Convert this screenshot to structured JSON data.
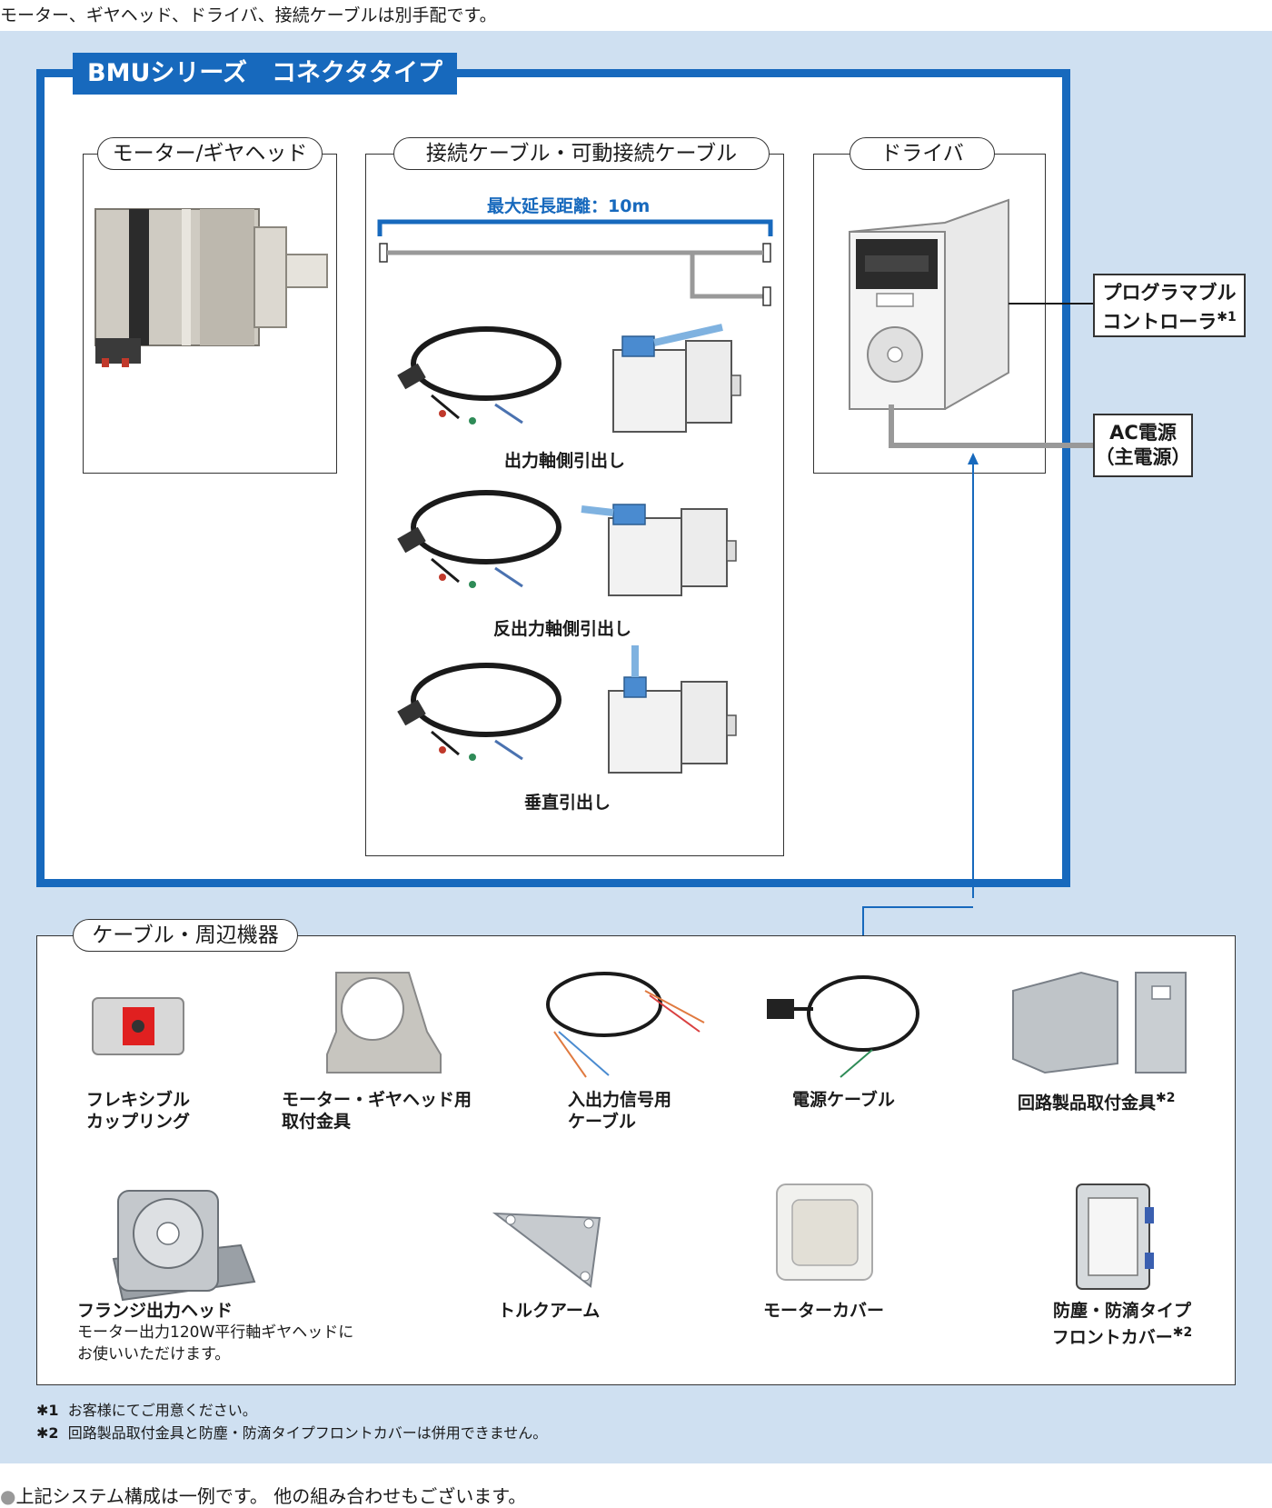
{
  "top_note": "モーター、ギヤヘッド、ドライバ、接続ケーブルは別手配です。",
  "bmu": {
    "title_bold": "BMU",
    "title_rest": "シリーズ　コネクタタイプ"
  },
  "motor_section": {
    "label": "モーター/ギヤヘッド"
  },
  "cable_section": {
    "label": "接続ケーブル・可動接続ケーブル",
    "max_length": "最大延長距離：10m",
    "types": [
      "出力軸側引出し",
      "反出力軸側引出し",
      "垂直引出し"
    ]
  },
  "driver_section": {
    "label": "ドライバ"
  },
  "side": {
    "plc_line1": "プログラマブル",
    "plc_line2": "コントローラ",
    "plc_mark": "✱1",
    "ac_line1": "AC電源",
    "ac_line2": "（主電源）"
  },
  "peripherals": {
    "label": "ケーブル・周辺機器",
    "items": [
      {
        "line1": "フレキシブル",
        "line2": "カップリング"
      },
      {
        "line1": "モーター・ギヤヘッド用",
        "line2": "取付金具"
      },
      {
        "line1": "入出力信号用",
        "line2": "ケーブル"
      },
      {
        "line1": "電源ケーブル"
      },
      {
        "line1": "回路製品取付金具",
        "mark": "✱2"
      },
      {
        "line1": "フランジ出力ヘッド",
        "sub1": "モーター出力120W平行軸ギヤヘッドに",
        "sub2": "お使いいただけます。"
      },
      {
        "line1": "トルクアーム"
      },
      {
        "line1": "モーターカバー"
      },
      {
        "line1": "防塵・防滴タイプ",
        "line2": "フロントカバー",
        "mark": "✱2"
      }
    ]
  },
  "footnotes": [
    {
      "mark": "✱1",
      "text": "お客様にてご用意ください。"
    },
    {
      "mark": "✱2",
      "text": "回路製品取付金具と防塵・防滴タイプフロントカバーは併用できません。"
    }
  ],
  "bottom_note": "上記システム構成は一例です。 他の組み合わせもございます。",
  "colors": {
    "accent": "#1769bd",
    "background": "#cfe0f1",
    "line": "#999999",
    "arrow": "#1769bd"
  }
}
